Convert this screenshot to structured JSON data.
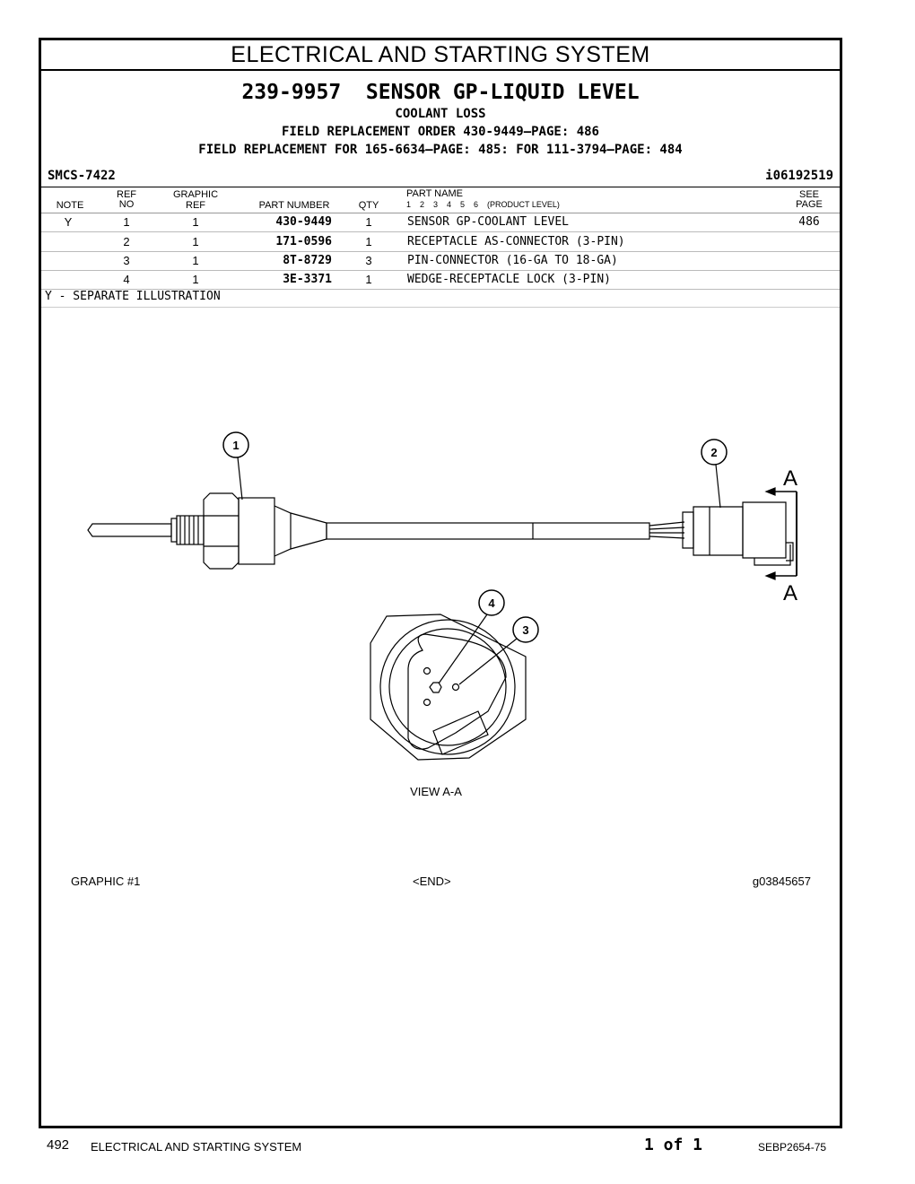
{
  "header": {
    "section_title": "ELECTRICAL AND STARTING SYSTEM",
    "main_title": "239-9957  SENSOR GP-LIQUID LEVEL",
    "subtitle": "COOLANT LOSS",
    "field_replacement_order": "FIELD REPLACEMENT ORDER  430-9449—PAGE: 486",
    "field_replacement_for": "FIELD REPLACEMENT FOR 165-6634—PAGE: 485: FOR 111-3794—PAGE: 484",
    "smcs": "SMCS-7422",
    "doc_id": "i06192519"
  },
  "table": {
    "columns": {
      "note": "NOTE",
      "ref_1": "REF",
      "ref_2": "NO",
      "graphic_1": "GRAPHIC",
      "graphic_2": "REF",
      "part_number": "PART NUMBER",
      "qty": "QTY",
      "part_name": "PART NAME",
      "levels": "1    2    3    4    5    6    (PRODUCT LEVEL)",
      "see_1": "SEE",
      "see_2": "PAGE"
    },
    "rows": [
      {
        "note": "Y",
        "ref": "1",
        "graphic": "1",
        "part_number": "430-9449",
        "qty": "1",
        "name": "SENSOR GP-COOLANT LEVEL",
        "see": "486"
      },
      {
        "note": "",
        "ref": "2",
        "graphic": "1",
        "part_number": "171-0596",
        "qty": "1",
        "name": "RECEPTACLE AS-CONNECTOR (3-PIN)",
        "see": ""
      },
      {
        "note": "",
        "ref": "3",
        "graphic": "1",
        "part_number": "8T-8729",
        "qty": "3",
        "name": "PIN-CONNECTOR (16-GA TO 18-GA)",
        "see": ""
      },
      {
        "note": "",
        "ref": "4",
        "graphic": "1",
        "part_number": "3E-3371",
        "qty": "1",
        "name": "WEDGE-RECEPTACLE LOCK (3-PIN)",
        "see": ""
      }
    ],
    "footnote": "Y - SEPARATE ILLUSTRATION"
  },
  "illustration": {
    "callouts": [
      "1",
      "2",
      "3",
      "4"
    ],
    "section_marker": "A",
    "view_label": "VIEW A-A",
    "graphic_label": "GRAPHIC #1",
    "end_label": "<END>",
    "graphic_id": "g03845657"
  },
  "footer": {
    "page_number": "492",
    "section": "ELECTRICAL AND STARTING SYSTEM",
    "page_of": "1 of 1",
    "doc_number": "SEBP2654-75"
  }
}
